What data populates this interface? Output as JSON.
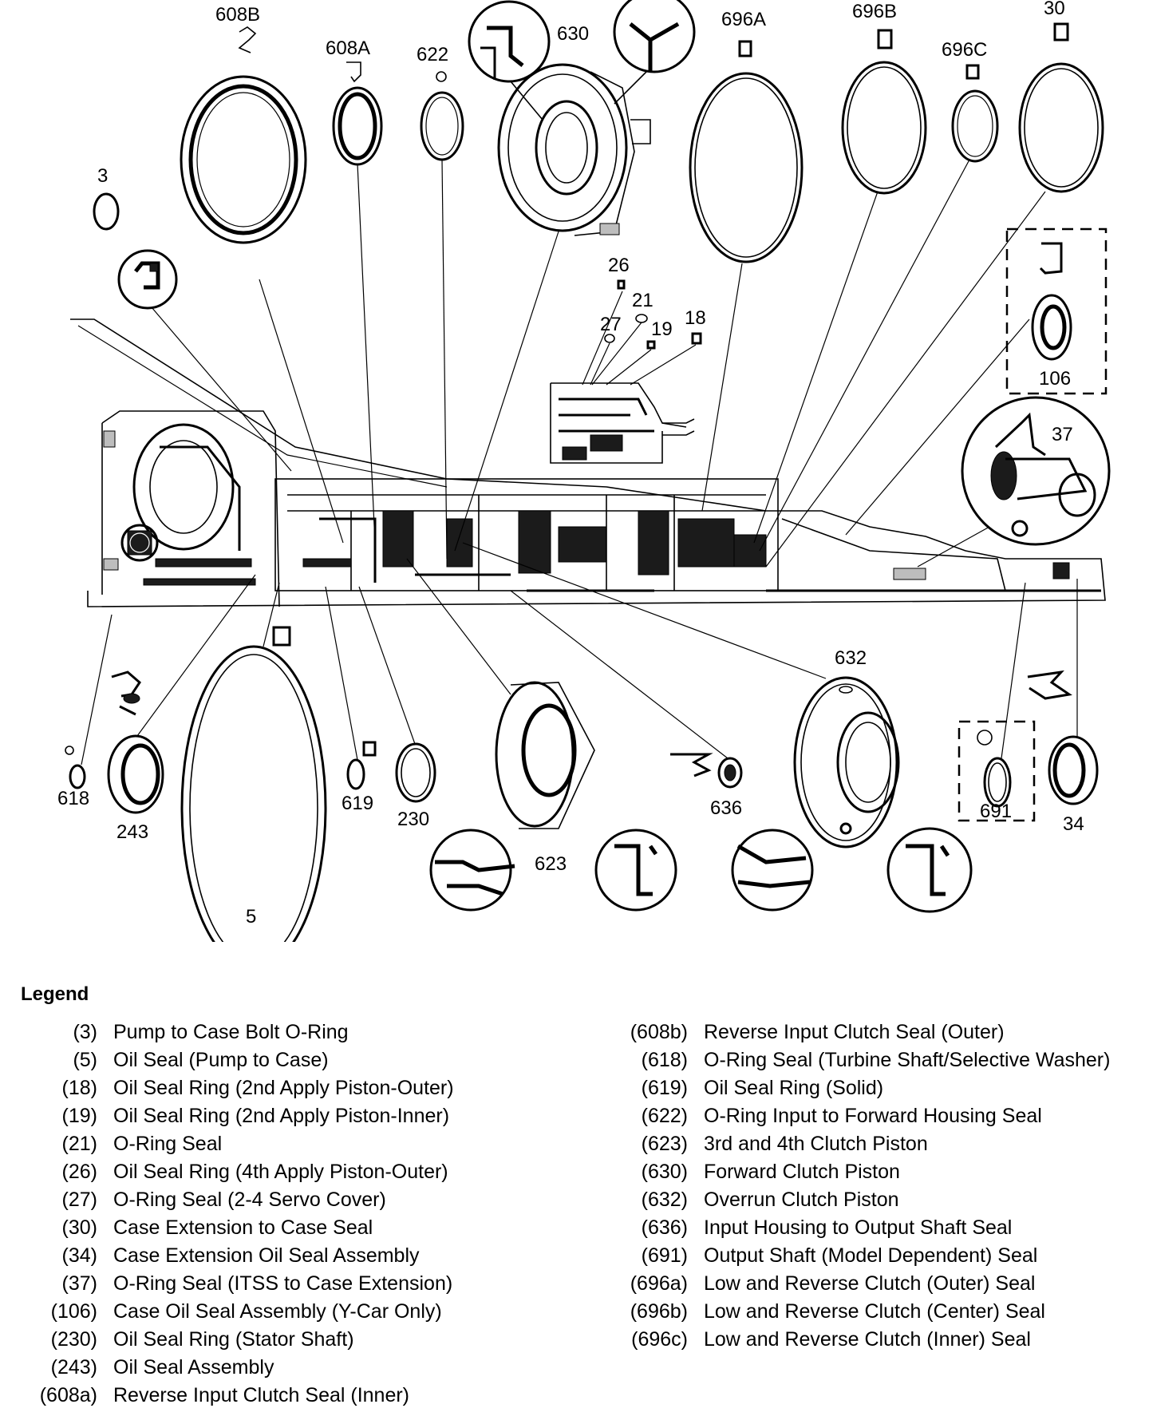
{
  "diagram": {
    "callouts": {
      "c608B": "608B",
      "c608A": "608A",
      "c622": "622",
      "c630": "630",
      "c696A": "696A",
      "c696B": "696B",
      "c696C": "696C",
      "c30": "30",
      "c3": "3",
      "c26": "26",
      "c21": "21",
      "c27": "27",
      "c19": "19",
      "c18": "18",
      "c106": "106",
      "c37": "37",
      "c632": "632",
      "c618": "618",
      "c243": "243",
      "c619": "619",
      "c230": "230",
      "c636": "636",
      "c691": "691",
      "c34": "34",
      "c623": "623",
      "c5": "5"
    }
  },
  "legend": {
    "title": "Legend",
    "left": [
      {
        "num": "(3)",
        "desc": "Pump to Case Bolt O-Ring"
      },
      {
        "num": "(5)",
        "desc": "Oil Seal (Pump to Case)"
      },
      {
        "num": "(18)",
        "desc": "Oil Seal Ring (2nd Apply Piston-Outer)"
      },
      {
        "num": "(19)",
        "desc": "Oil Seal Ring (2nd Apply Piston-Inner)"
      },
      {
        "num": "(21)",
        "desc": "O-Ring Seal"
      },
      {
        "num": "(26)",
        "desc": "Oil Seal Ring (4th Apply Piston-Outer)"
      },
      {
        "num": "(27)",
        "desc": "O-Ring Seal (2-4 Servo Cover)"
      },
      {
        "num": "(30)",
        "desc": "Case Extension to Case Seal"
      },
      {
        "num": "(34)",
        "desc": "Case Extension Oil Seal Assembly"
      },
      {
        "num": "(37)",
        "desc": "O-Ring Seal (ITSS to Case Extension)"
      },
      {
        "num": "(106)",
        "desc": "Case Oil Seal Assembly (Y-Car Only)"
      },
      {
        "num": "(230)",
        "desc": "Oil Seal Ring (Stator Shaft)"
      },
      {
        "num": "(243)",
        "desc": "Oil Seal Assembly"
      },
      {
        "num": "(608a)",
        "desc": "Reverse Input Clutch Seal (Inner)"
      }
    ],
    "right": [
      {
        "num": "(608b)",
        "desc": "Reverse Input Clutch Seal (Outer)"
      },
      {
        "num": "(618)",
        "desc": "O-Ring Seal (Turbine Shaft/Selective Washer)"
      },
      {
        "num": "(619)",
        "desc": "Oil Seal Ring (Solid)"
      },
      {
        "num": "(622)",
        "desc": "O-Ring Input to Forward Housing Seal"
      },
      {
        "num": "(623)",
        "desc": "3rd and 4th Clutch Piston"
      },
      {
        "num": "(630)",
        "desc": "Forward Clutch Piston"
      },
      {
        "num": "(632)",
        "desc": "Overrun Clutch Piston"
      },
      {
        "num": "(636)",
        "desc": "Input Housing to Output Shaft Seal"
      },
      {
        "num": "(691)",
        "desc": "Output Shaft (Model Dependent) Seal"
      },
      {
        "num": "(696a)",
        "desc": "Low and Reverse Clutch (Outer) Seal"
      },
      {
        "num": "(696b)",
        "desc": "Low and Reverse Clutch (Center) Seal"
      },
      {
        "num": "(696c)",
        "desc": "Low and Reverse Clutch (Inner) Seal"
      }
    ]
  }
}
